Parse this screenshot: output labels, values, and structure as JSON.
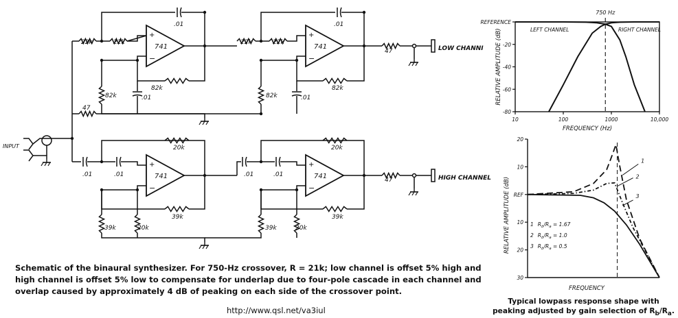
{
  "schematic": {
    "input_label": "INPUT",
    "resistors": {
      "r22k": "22k",
      "r47": "47",
      "r82k": "82k",
      "r20k": "20k",
      "r39k": "39k"
    },
    "capacitor": ".01",
    "opamp": "741",
    "low_channel_label": "LOW CHANNI",
    "high_channel_label": "HIGH CHANNEL"
  },
  "caption": {
    "main": "Schematic of the binaural synthesizer. For 750-Hz crossover, R = 21k; low channel is offset 5% high and high channel is offset 5% low to compensate for underlap due to four-pole cascade in each channel and overlap caused by approximately 4 dB of peaking on each side of the crossover point.",
    "url": "http://www.qsl.net/va3iul",
    "right_line1": "Typical lowpass response shape with",
    "right_line2": "peaking adjusted by gain selection of R",
    "right_sub_b": "b",
    "right_slash": "/R",
    "right_sub_a": "a",
    "right_end": "."
  },
  "chart_data": [
    {
      "type": "line",
      "x_scale": "log",
      "xlabel": "FREQUENCY (Hz)",
      "ylabel": "RELATIVE AMPLITUDE (dB)",
      "x_ticks": [
        10,
        100,
        1000,
        10000
      ],
      "x_tick_labels": [
        "10",
        "100",
        "1000",
        "10,000"
      ],
      "y_ticks": [
        0,
        -20,
        -40,
        -60,
        -80
      ],
      "y_tick_labels": [
        "REFERENCE",
        "-20",
        "-40",
        "-60",
        "-80"
      ],
      "xlim": [
        10,
        10000
      ],
      "ylim": [
        -80,
        0
      ],
      "crossover_label": "750 Hz",
      "crossover_x": 750,
      "series": [
        {
          "name": "LEFT CHANNEL",
          "x": [
            50,
            100,
            200,
            400,
            600,
            750,
            1000,
            1500,
            3000,
            5000,
            10000
          ],
          "y": [
            -80,
            -56,
            -31,
            -10,
            -4,
            -2,
            -0.8,
            -0.2,
            0,
            0,
            0
          ]
        },
        {
          "name": "RIGHT CHANNEL",
          "x": [
            10,
            100,
            300,
            500,
            750,
            1000,
            1500,
            2000,
            3000,
            5000
          ],
          "y": [
            0,
            0,
            -0.2,
            -0.8,
            -2,
            -4,
            -16,
            -31,
            -56,
            -80
          ]
        }
      ]
    },
    {
      "type": "line",
      "xlabel": "FREQUENCY",
      "ylabel": "RELATIVE AMPLITUDE (dB)",
      "y_ticks": [
        20,
        10,
        0,
        -10,
        -20,
        -30
      ],
      "y_tick_labels": [
        "20",
        "10",
        "REF",
        "10",
        "20",
        "30"
      ],
      "ylim": [
        -30,
        20
      ],
      "xlim": [
        0,
        1
      ],
      "series": [
        {
          "name": "1",
          "x": [
            0,
            0.35,
            0.5,
            0.6,
            0.64,
            0.67,
            0.7,
            0.75,
            0.85,
            1.0
          ],
          "y": [
            0,
            1,
            4,
            9,
            14,
            18,
            10,
            -2,
            -16,
            -30
          ]
        },
        {
          "name": "2",
          "x": [
            0,
            0.35,
            0.5,
            0.6,
            0.66,
            0.72,
            0.8,
            0.9,
            1.0
          ],
          "y": [
            0,
            0.4,
            1.6,
            4,
            4.2,
            -3,
            -12,
            -21,
            -30
          ]
        },
        {
          "name": "3",
          "x": [
            0,
            0.4,
            0.5,
            0.58,
            0.66,
            0.75,
            0.85,
            1.0
          ],
          "y": [
            0,
            -0.3,
            -1.2,
            -3,
            -6,
            -11,
            -18,
            -30
          ]
        }
      ],
      "legend": [
        {
          "num": "1",
          "r": "R",
          "sb": "b",
          "sl": "/R",
          "sa": "a",
          "v": " = 1.67"
        },
        {
          "num": "2",
          "r": "R",
          "sb": "b",
          "sl": "/R",
          "sa": "a",
          "v": " = 1.0"
        },
        {
          "num": "3",
          "r": "R",
          "sb": "b",
          "sl": "/R",
          "sa": "a",
          "v": " = 0.5"
        }
      ]
    }
  ]
}
